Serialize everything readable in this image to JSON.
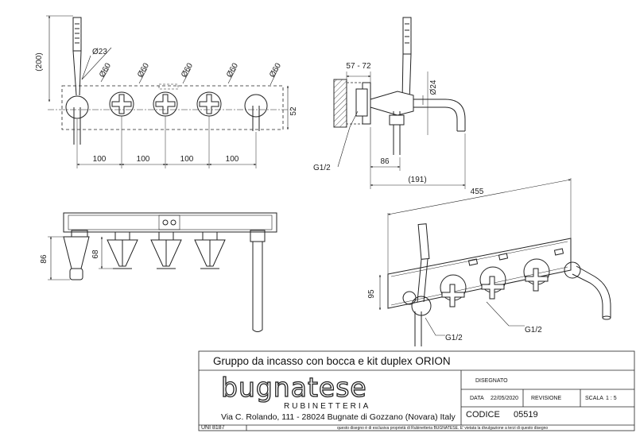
{
  "title_block": {
    "title": "Gruppo da incasso con bocca e kit duplex ORION",
    "brand": "bugnatese",
    "brand_sub": "RUBINETTERIA",
    "address": "Via C. Rolando, 111 - 28024 Bugnate di Gozzano (Novara) Italy",
    "standard": "UNI 8187",
    "disclaimer": "questo disegno è di esclusiva proprietà di Rubinetteria BUGNATESE. E' vietata la divulgazione a terzi di questo disegno",
    "disegnato_label": "DISEGNATO",
    "data_label": "DATA",
    "data_value": "22/05/2020",
    "revisione_label": "REVISIONE",
    "scala_label": "SCALA",
    "scala_value": "1 : 5",
    "codice_label": "CODICE",
    "codice_value": "05519"
  },
  "front_view": {
    "dim_200": "(200)",
    "dim_d23": "Ø23",
    "dim_d60": "Ø60",
    "dim_52": "52",
    "dim_100": "100"
  },
  "side_view": {
    "dim_57_72": "57 - 72",
    "dim_d24": "Ø24",
    "dim_g12": "G1/2",
    "dim_86": "86",
    "dim_191": "(191)"
  },
  "top_view": {
    "dim_86": "86",
    "dim_68": "68"
  },
  "iso_view": {
    "dim_455": "455",
    "dim_95": "95",
    "dim_g12_a": "G1/2",
    "dim_g12_b": "G1/2"
  }
}
